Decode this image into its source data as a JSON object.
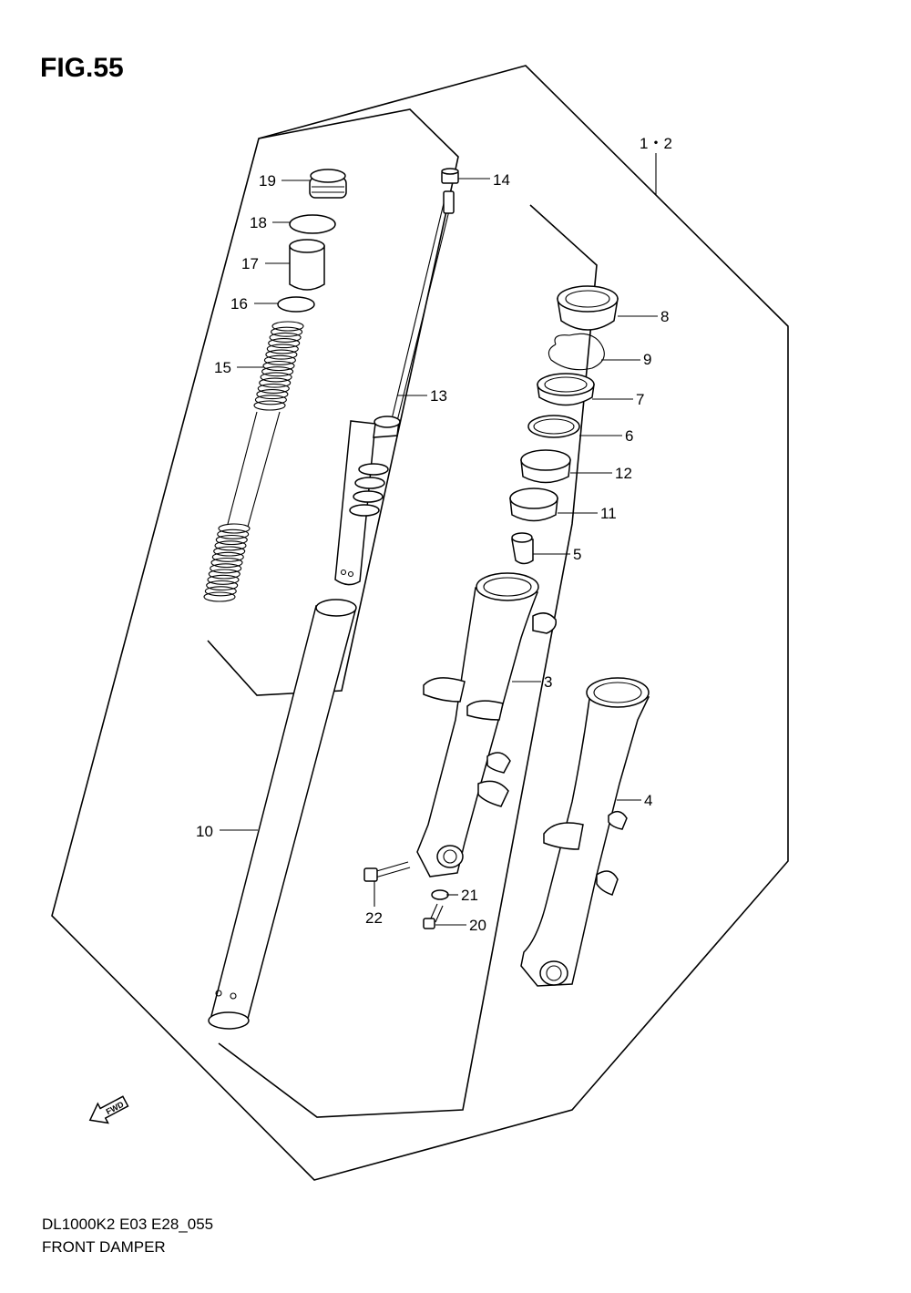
{
  "figure_title": "FIG.55",
  "diagram_code": "DL1000K2 E03 E28_055",
  "diagram_name": "FRONT DAMPER",
  "assembly_label": "1・2",
  "fwd_label": "FWD",
  "callouts": [
    {
      "id": "19",
      "text": "19"
    },
    {
      "id": "18",
      "text": "18"
    },
    {
      "id": "17",
      "text": "17"
    },
    {
      "id": "16",
      "text": "16"
    },
    {
      "id": "15",
      "text": "15"
    },
    {
      "id": "14",
      "text": "14"
    },
    {
      "id": "13",
      "text": "13"
    },
    {
      "id": "10",
      "text": "10"
    },
    {
      "id": "8",
      "text": "8"
    },
    {
      "id": "9",
      "text": "9"
    },
    {
      "id": "7",
      "text": "7"
    },
    {
      "id": "6",
      "text": "6"
    },
    {
      "id": "12",
      "text": "12"
    },
    {
      "id": "11",
      "text": "11"
    },
    {
      "id": "5",
      "text": "5"
    },
    {
      "id": "3",
      "text": "3"
    },
    {
      "id": "4",
      "text": "4"
    },
    {
      "id": "21",
      "text": "21"
    },
    {
      "id": "22",
      "text": "22"
    },
    {
      "id": "20",
      "text": "20"
    }
  ]
}
